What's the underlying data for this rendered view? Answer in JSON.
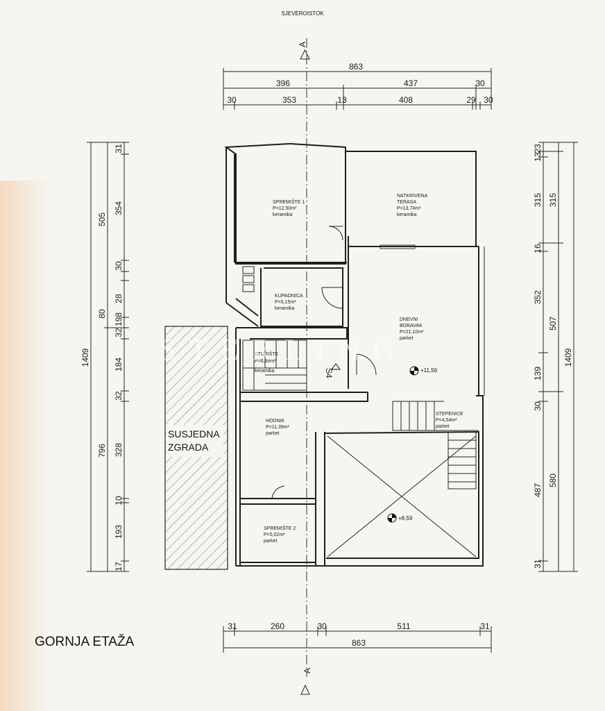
{
  "orientation_label": "SJEVEROISTOK",
  "floor_title": "GORNJA ETAŽA",
  "watermark": "STERLING",
  "neighbor_label": [
    "SUSJEDNA",
    "ZGRADA"
  ],
  "section": {
    "marker": "A",
    "stair_code": "S4"
  },
  "rooms": [
    {
      "name": "SPREMIŠTE 1",
      "area": "P=12,50m²",
      "finish": "keramika"
    },
    {
      "name": "NATKRIVENA",
      "name2": "TERASA",
      "area": "P=13,74m²",
      "finish": "keramika"
    },
    {
      "name": "KUPAONICA",
      "area": "P=5,15m²",
      "finish": "keramika"
    },
    {
      "name": "DNEVNI",
      "name2": "BORAVAK",
      "area": "P=21,10m²",
      "finish": "parket"
    },
    {
      "name": "STUBIŠTE",
      "area": "P=6,89m²",
      "finish": "keramika"
    },
    {
      "name": "HODNIK",
      "area": "P=11,39m²",
      "finish": "parket"
    },
    {
      "name": "STEPENICE",
      "area": "P=4,54m²",
      "finish": "parket"
    },
    {
      "name": "SPREMIŠTE 2",
      "area": "P=5,02m²",
      "finish": "parket"
    }
  ],
  "levels": [
    "+11,56",
    "+8,59"
  ],
  "dims_top": {
    "total": "863",
    "row2": [
      "396",
      "437",
      "30"
    ],
    "row3": [
      "30",
      "353",
      "13",
      "408",
      "29",
      "30"
    ]
  },
  "dims_bottom": {
    "row1": [
      "31",
      "260",
      "30",
      "511",
      "31"
    ],
    "total": "863"
  },
  "dims_left": {
    "total": "1409",
    "mid": [
      "505",
      "80",
      "796"
    ],
    "inner": [
      "31",
      "354",
      "30",
      "28",
      "198",
      "32",
      "184",
      "32",
      "328",
      "10",
      "193",
      "17"
    ]
  },
  "dims_right": {
    "inner": [
      "23",
      "13",
      "315",
      "16",
      "352",
      "139",
      "30",
      "487",
      "31"
    ],
    "mid": [
      "315",
      "507",
      "580"
    ],
    "total": "1409"
  }
}
